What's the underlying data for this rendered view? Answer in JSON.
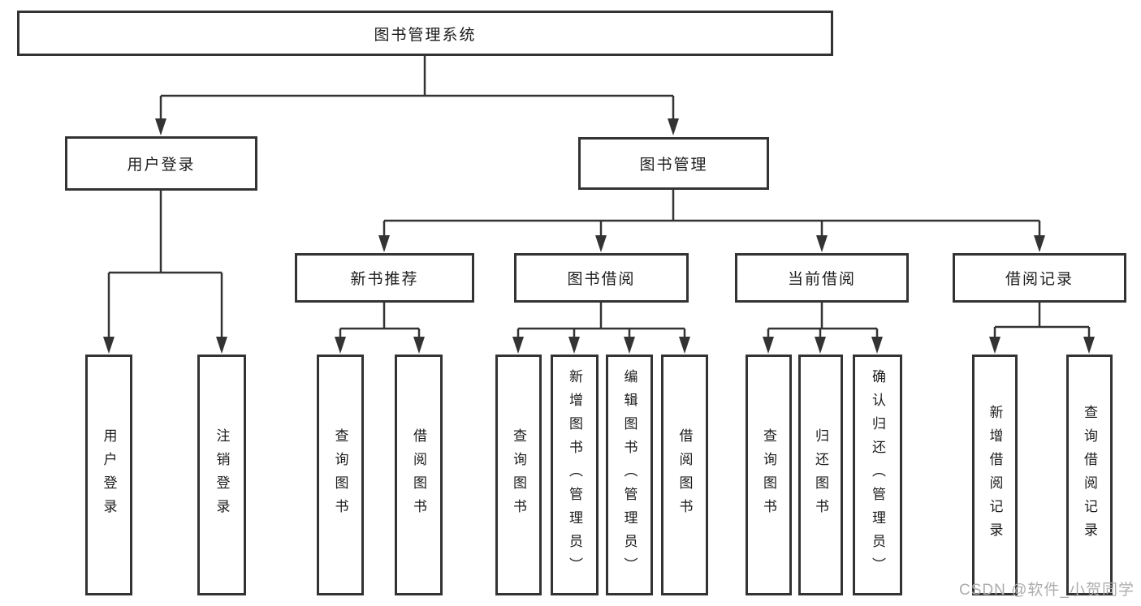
{
  "tree": {
    "root": "图书管理系统",
    "branches": [
      {
        "label": "用户登录",
        "children": [
          "用户登录",
          "注销登录"
        ]
      },
      {
        "label": "图书管理",
        "groups": [
          {
            "label": "新书推荐",
            "children": [
              "查询图书",
              "借阅图书"
            ]
          },
          {
            "label": "图书借阅",
            "children": [
              "查询图书",
              "新增图书（管理员）",
              "编辑图书（管理员）",
              "借阅图书"
            ]
          },
          {
            "label": "当前借阅",
            "children": [
              "查询图书",
              "归还图书",
              "确认归还（管理员）"
            ]
          },
          {
            "label": "借阅记录",
            "children": [
              "新增借阅记录",
              "查询借阅记录"
            ]
          }
        ]
      }
    ]
  },
  "watermark": "CSDN @软件_小贺同学",
  "colors": {
    "line": "#333333",
    "text": "#1c1c1c",
    "watermark": "#adadad",
    "background": "#ffffff"
  }
}
